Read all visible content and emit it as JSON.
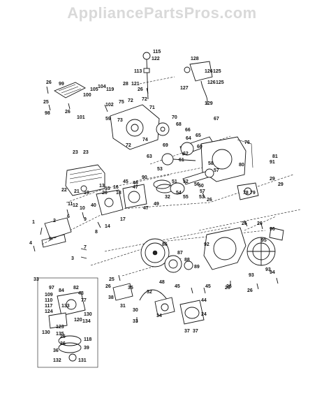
{
  "watermark": "AppliancePartsPros.com",
  "labels": [
    {
      "id": "115",
      "text": "115"
    },
    {
      "id": "122",
      "text": "122"
    },
    {
      "id": "113",
      "text": "113"
    },
    {
      "id": "128",
      "text": "128"
    },
    {
      "id": "125a",
      "text": "125"
    },
    {
      "id": "126a",
      "text": "126"
    },
    {
      "id": "126b",
      "text": "126"
    },
    {
      "id": "125b",
      "text": "125"
    },
    {
      "id": "127",
      "text": "127"
    },
    {
      "id": "129",
      "text": "129"
    },
    {
      "id": "99",
      "text": "99"
    },
    {
      "id": "26a",
      "text": "26"
    },
    {
      "id": "25a",
      "text": "25"
    },
    {
      "id": "98",
      "text": "98"
    },
    {
      "id": "26b",
      "text": "26"
    },
    {
      "id": "100",
      "text": "100"
    },
    {
      "id": "104",
      "text": "104"
    },
    {
      "id": "105",
      "text": "105"
    },
    {
      "id": "119",
      "text": "119"
    },
    {
      "id": "28",
      "text": "28"
    },
    {
      "id": "121",
      "text": "121"
    },
    {
      "id": "26c",
      "text": "26"
    },
    {
      "id": "102",
      "text": "102"
    },
    {
      "id": "101",
      "text": "101"
    },
    {
      "id": "75",
      "text": "75"
    },
    {
      "id": "72a",
      "text": "72"
    },
    {
      "id": "72b",
      "text": "72"
    },
    {
      "id": "71",
      "text": "71"
    },
    {
      "id": "70",
      "text": "70"
    },
    {
      "id": "59",
      "text": "59"
    },
    {
      "id": "73",
      "text": "73"
    },
    {
      "id": "72c",
      "text": "72"
    },
    {
      "id": "74",
      "text": "74"
    },
    {
      "id": "68",
      "text": "68"
    },
    {
      "id": "69",
      "text": "69"
    },
    {
      "id": "66",
      "text": "66"
    },
    {
      "id": "65",
      "text": "65"
    },
    {
      "id": "64",
      "text": "64"
    },
    {
      "id": "67",
      "text": "67"
    },
    {
      "id": "60",
      "text": "60"
    },
    {
      "id": "62",
      "text": "62"
    },
    {
      "id": "61a",
      "text": "61"
    },
    {
      "id": "76",
      "text": "76"
    },
    {
      "id": "57",
      "text": "57"
    },
    {
      "id": "81",
      "text": "81"
    },
    {
      "id": "63",
      "text": "63"
    },
    {
      "id": "53a",
      "text": "53"
    },
    {
      "id": "58",
      "text": "58"
    },
    {
      "id": "80",
      "text": "80"
    },
    {
      "id": "29a",
      "text": "29"
    },
    {
      "id": "29b",
      "text": "29"
    },
    {
      "id": "23a",
      "text": "23"
    },
    {
      "id": "23b",
      "text": "23"
    },
    {
      "id": "90",
      "text": "90"
    },
    {
      "id": "46",
      "text": "46"
    },
    {
      "id": "45",
      "text": "45"
    },
    {
      "id": "13",
      "text": "13"
    },
    {
      "id": "15",
      "text": "15"
    },
    {
      "id": "16",
      "text": "16"
    },
    {
      "id": "51",
      "text": "51"
    },
    {
      "id": "52",
      "text": "52"
    },
    {
      "id": "56",
      "text": "56"
    },
    {
      "id": "57b",
      "text": "57"
    },
    {
      "id": "50",
      "text": "50"
    },
    {
      "id": "78",
      "text": "78"
    },
    {
      "id": "79",
      "text": "79"
    },
    {
      "id": "22",
      "text": "22"
    },
    {
      "id": "21",
      "text": "21"
    },
    {
      "id": "19",
      "text": "19"
    },
    {
      "id": "20",
      "text": "20"
    },
    {
      "id": "18",
      "text": "18"
    },
    {
      "id": "47a",
      "text": "47"
    },
    {
      "id": "32",
      "text": "32"
    },
    {
      "id": "53b",
      "text": "53"
    },
    {
      "id": "55",
      "text": "55"
    },
    {
      "id": "54",
      "text": "54"
    },
    {
      "id": "26d",
      "text": "26"
    },
    {
      "id": "49",
      "text": "49"
    },
    {
      "id": "11",
      "text": "11"
    },
    {
      "id": "12",
      "text": "12"
    },
    {
      "id": "10",
      "text": "10"
    },
    {
      "id": "40",
      "text": "40"
    },
    {
      "id": "17",
      "text": "17"
    },
    {
      "id": "47b",
      "text": "47"
    },
    {
      "id": "14",
      "text": "14"
    },
    {
      "id": "9",
      "text": "9"
    },
    {
      "id": "8",
      "text": "8"
    },
    {
      "id": "1",
      "text": "1"
    },
    {
      "id": "2",
      "text": "2"
    },
    {
      "id": "6",
      "text": "6"
    },
    {
      "id": "5",
      "text": "5"
    },
    {
      "id": "4",
      "text": "4"
    },
    {
      "id": "7",
      "text": "7"
    },
    {
      "id": "3",
      "text": "3"
    },
    {
      "id": "26e",
      "text": "26"
    },
    {
      "id": "26f",
      "text": "26"
    },
    {
      "id": "96",
      "text": "96"
    },
    {
      "id": "86",
      "text": "86"
    },
    {
      "id": "87",
      "text": "87"
    },
    {
      "id": "92",
      "text": "92"
    },
    {
      "id": "95",
      "text": "95"
    },
    {
      "id": "88",
      "text": "88"
    },
    {
      "id": "89",
      "text": "89"
    },
    {
      "id": "93a",
      "text": "93"
    },
    {
      "id": "94",
      "text": "94"
    },
    {
      "id": "93b",
      "text": "93"
    },
    {
      "id": "26g",
      "text": "26"
    },
    {
      "id": "33",
      "text": "33"
    },
    {
      "id": "25b",
      "text": "25"
    },
    {
      "id": "26h",
      "text": "26"
    },
    {
      "id": "38",
      "text": "38"
    },
    {
      "id": "35",
      "text": "35"
    },
    {
      "id": "48",
      "text": "48"
    },
    {
      "id": "31",
      "text": "31"
    },
    {
      "id": "32b",
      "text": "32"
    },
    {
      "id": "45b",
      "text": "45"
    },
    {
      "id": "45c",
      "text": "45"
    },
    {
      "id": "26i",
      "text": "26"
    },
    {
      "id": "44",
      "text": "44"
    },
    {
      "id": "97",
      "text": "97"
    },
    {
      "id": "84",
      "text": "84"
    },
    {
      "id": "82",
      "text": "82"
    },
    {
      "id": "109",
      "text": "109"
    },
    {
      "id": "43",
      "text": "43"
    },
    {
      "id": "110",
      "text": "110"
    },
    {
      "id": "117",
      "text": "117"
    },
    {
      "id": "124",
      "text": "124"
    },
    {
      "id": "77",
      "text": "77"
    },
    {
      "id": "130b",
      "text": "130"
    },
    {
      "id": "133",
      "text": "133"
    },
    {
      "id": "134",
      "text": "134"
    },
    {
      "id": "123",
      "text": "123"
    },
    {
      "id": "135",
      "text": "135"
    },
    {
      "id": "130",
      "text": "130"
    },
    {
      "id": "118",
      "text": "118"
    },
    {
      "id": "25c",
      "text": "25"
    },
    {
      "id": "36a",
      "text": "36"
    },
    {
      "id": "39",
      "text": "39"
    },
    {
      "id": "36b",
      "text": "36"
    },
    {
      "id": "132",
      "text": "132"
    },
    {
      "id": "131",
      "text": "131"
    },
    {
      "id": "120",
      "text": "120"
    },
    {
      "id": "30",
      "text": "30"
    },
    {
      "id": "34",
      "text": "34"
    },
    {
      "id": "24",
      "text": "24"
    },
    {
      "id": "37",
      "text": "37"
    },
    {
      "id": "37b",
      "text": "37"
    },
    {
      "id": "33b",
      "text": "33"
    },
    {
      "id": "26j",
      "text": "26"
    },
    {
      "id": "91",
      "text": "91"
    }
  ]
}
